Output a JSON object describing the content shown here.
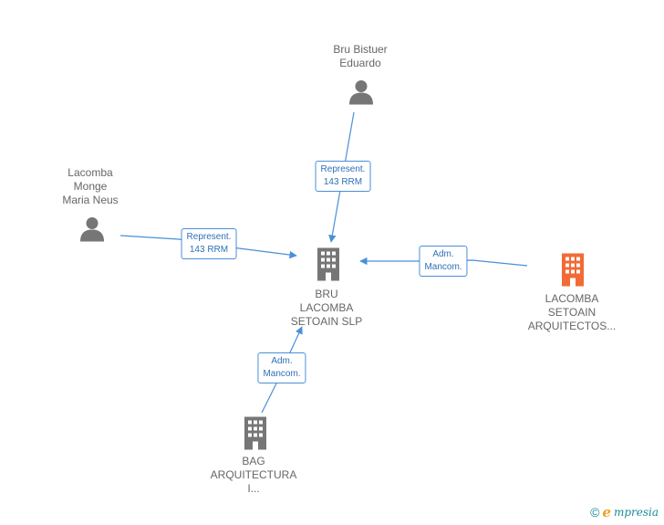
{
  "colors": {
    "edge": "#4a8fd9",
    "person": "#767676",
    "company": "#767676",
    "company_highlight": "#f26a35",
    "label_text": "#666666"
  },
  "nodes": {
    "bru_bistuer": {
      "type": "person",
      "lines": [
        "Bru Bistuer",
        "Eduardo"
      ],
      "icon": "person-icon"
    },
    "lacomba_monge": {
      "type": "person",
      "lines": [
        "Lacomba",
        "Monge",
        "Maria Neus"
      ],
      "icon": "person-icon"
    },
    "bru_lacomba_setoain": {
      "type": "company",
      "lines": [
        "BRU",
        "LACOMBA",
        "SETOAIN SLP"
      ],
      "icon": "building-icon"
    },
    "lacomba_setoain_arq": {
      "type": "company_highlight",
      "lines": [
        "LACOMBA",
        "SETOAIN",
        "ARQUITECTOS..."
      ],
      "icon": "building-icon"
    },
    "bag_arquitectura": {
      "type": "company",
      "lines": [
        "BAG",
        "ARQUITECTURA",
        "I..."
      ],
      "icon": "building-icon"
    }
  },
  "edges": [
    {
      "from": "bru_bistuer",
      "to": "bru_lacomba_setoain",
      "label": [
        "Represent.",
        "143 RRM"
      ]
    },
    {
      "from": "lacomba_monge",
      "to": "bru_lacomba_setoain",
      "label": [
        "Represent.",
        "143 RRM"
      ]
    },
    {
      "from": "lacomba_setoain_arq",
      "to": "bru_lacomba_setoain",
      "label": [
        "Adm.",
        "Mancom."
      ]
    },
    {
      "from": "bag_arquitectura",
      "to": "bru_lacomba_setoain",
      "label": [
        "Adm.",
        "Mancom."
      ]
    }
  ],
  "footer": {
    "copyright": "©",
    "brand_initial": "e",
    "brand_rest": "mpresia"
  }
}
